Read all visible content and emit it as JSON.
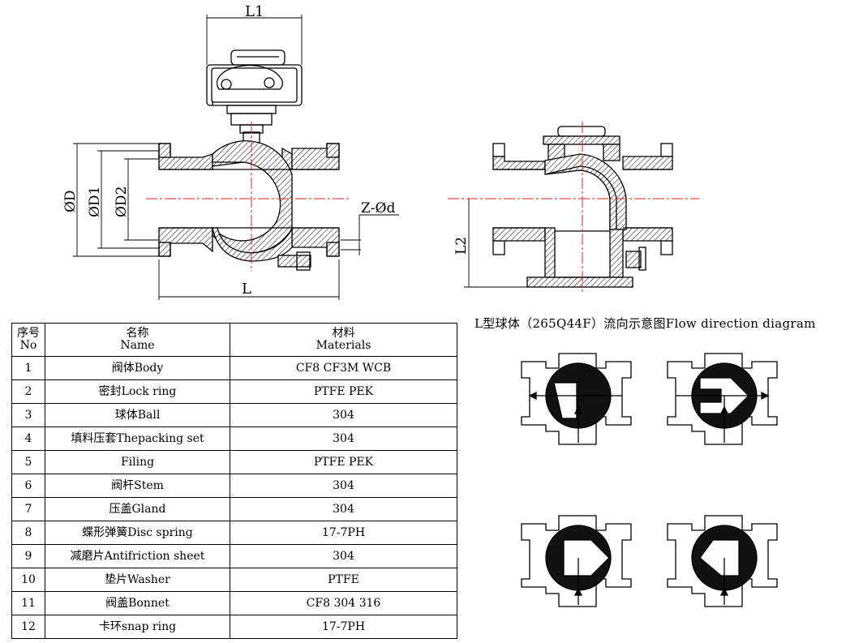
{
  "dimensions": {
    "L1": "L1",
    "L": "L",
    "L2": "L2",
    "D": "ØD",
    "D1": "ØD1",
    "D2": "ØD2",
    "Zd": "Z-Ød"
  },
  "flow_diagram_title": "L型球体（265Q44F）流向示意图Flow direction diagram",
  "table": {
    "headers": [
      {
        "zh": "序号",
        "en": "No"
      },
      {
        "zh": "名称",
        "en": "Name"
      },
      {
        "zh": "材料",
        "en": "Materials"
      }
    ],
    "rows": [
      {
        "no": "1",
        "name": "阀体Body",
        "material": "CF8 CF3M WCB"
      },
      {
        "no": "2",
        "name": "密封Lock ring",
        "material": "PTFE PEK"
      },
      {
        "no": "3",
        "name": "球体Ball",
        "material": "304"
      },
      {
        "no": "4",
        "name": "填料压套Thepacking set",
        "material": "304"
      },
      {
        "no": "5",
        "name": "Filing",
        "material": "PTFE PEK"
      },
      {
        "no": "6",
        "name": "阀杆Stem",
        "material": "304"
      },
      {
        "no": "7",
        "name": "压盖Gland",
        "material": "304"
      },
      {
        "no": "8",
        "name": "蝶形弹簧Disc spring",
        "material": "17-7PH"
      },
      {
        "no": "9",
        "name": "减磨片Antifriction sheet",
        "material": "304"
      },
      {
        "no": "10",
        "name": "垫片Washer",
        "material": "PTFE"
      },
      {
        "no": "11",
        "name": "阀盖Bonnet",
        "material": "CF8 304 316"
      },
      {
        "no": "12",
        "name": "卡环snap ring",
        "material": "17-7PH"
      }
    ]
  }
}
